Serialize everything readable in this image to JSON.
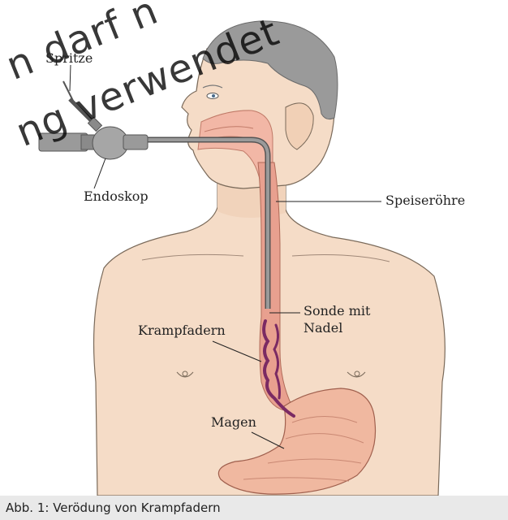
{
  "watermark": {
    "line1": "n darf n",
    "line2": "ng verwendet"
  },
  "labels": {
    "spritze": "Spritze",
    "endoskop": "Endoskop",
    "speiseroehre": "Speiseröhre",
    "sonde_line1": "Sonde mit",
    "sonde_line2": "Nadel",
    "krampfadern": "Krampfadern",
    "magen": "Magen"
  },
  "caption": "Abb. 1: Verödung von Krampfadern",
  "colors": {
    "skin": "#f5dcc7",
    "hair": "#9a9a9a",
    "esophagus": "#e8a08f",
    "varices": "#7b2a63",
    "stomach": "#f0b8a0",
    "endoscope": "#8a8a8a",
    "caption_bg": "#e9e9e9"
  }
}
